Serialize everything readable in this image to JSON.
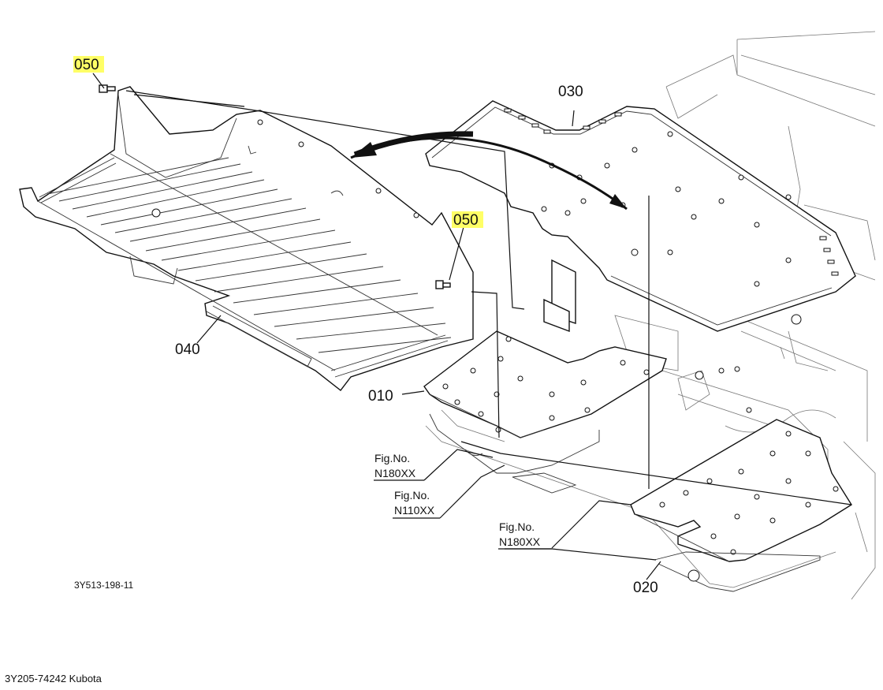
{
  "diagram": {
    "callouts": {
      "part_050_top": "050",
      "part_050_right": "050",
      "part_030": "030",
      "part_040": "040",
      "part_010": "010",
      "part_020": "020"
    },
    "fig_refs": [
      {
        "label": "Fig.No.",
        "number": "N180XX"
      },
      {
        "label": "Fig.No.",
        "number": "N110XX"
      },
      {
        "label": "Fig.No.",
        "number": "N180XX"
      }
    ],
    "drawing_code": "3Y513-198-11",
    "highlight_color": "#ffff66"
  },
  "footer": {
    "caption": "3Y205-74242 Kubota"
  }
}
